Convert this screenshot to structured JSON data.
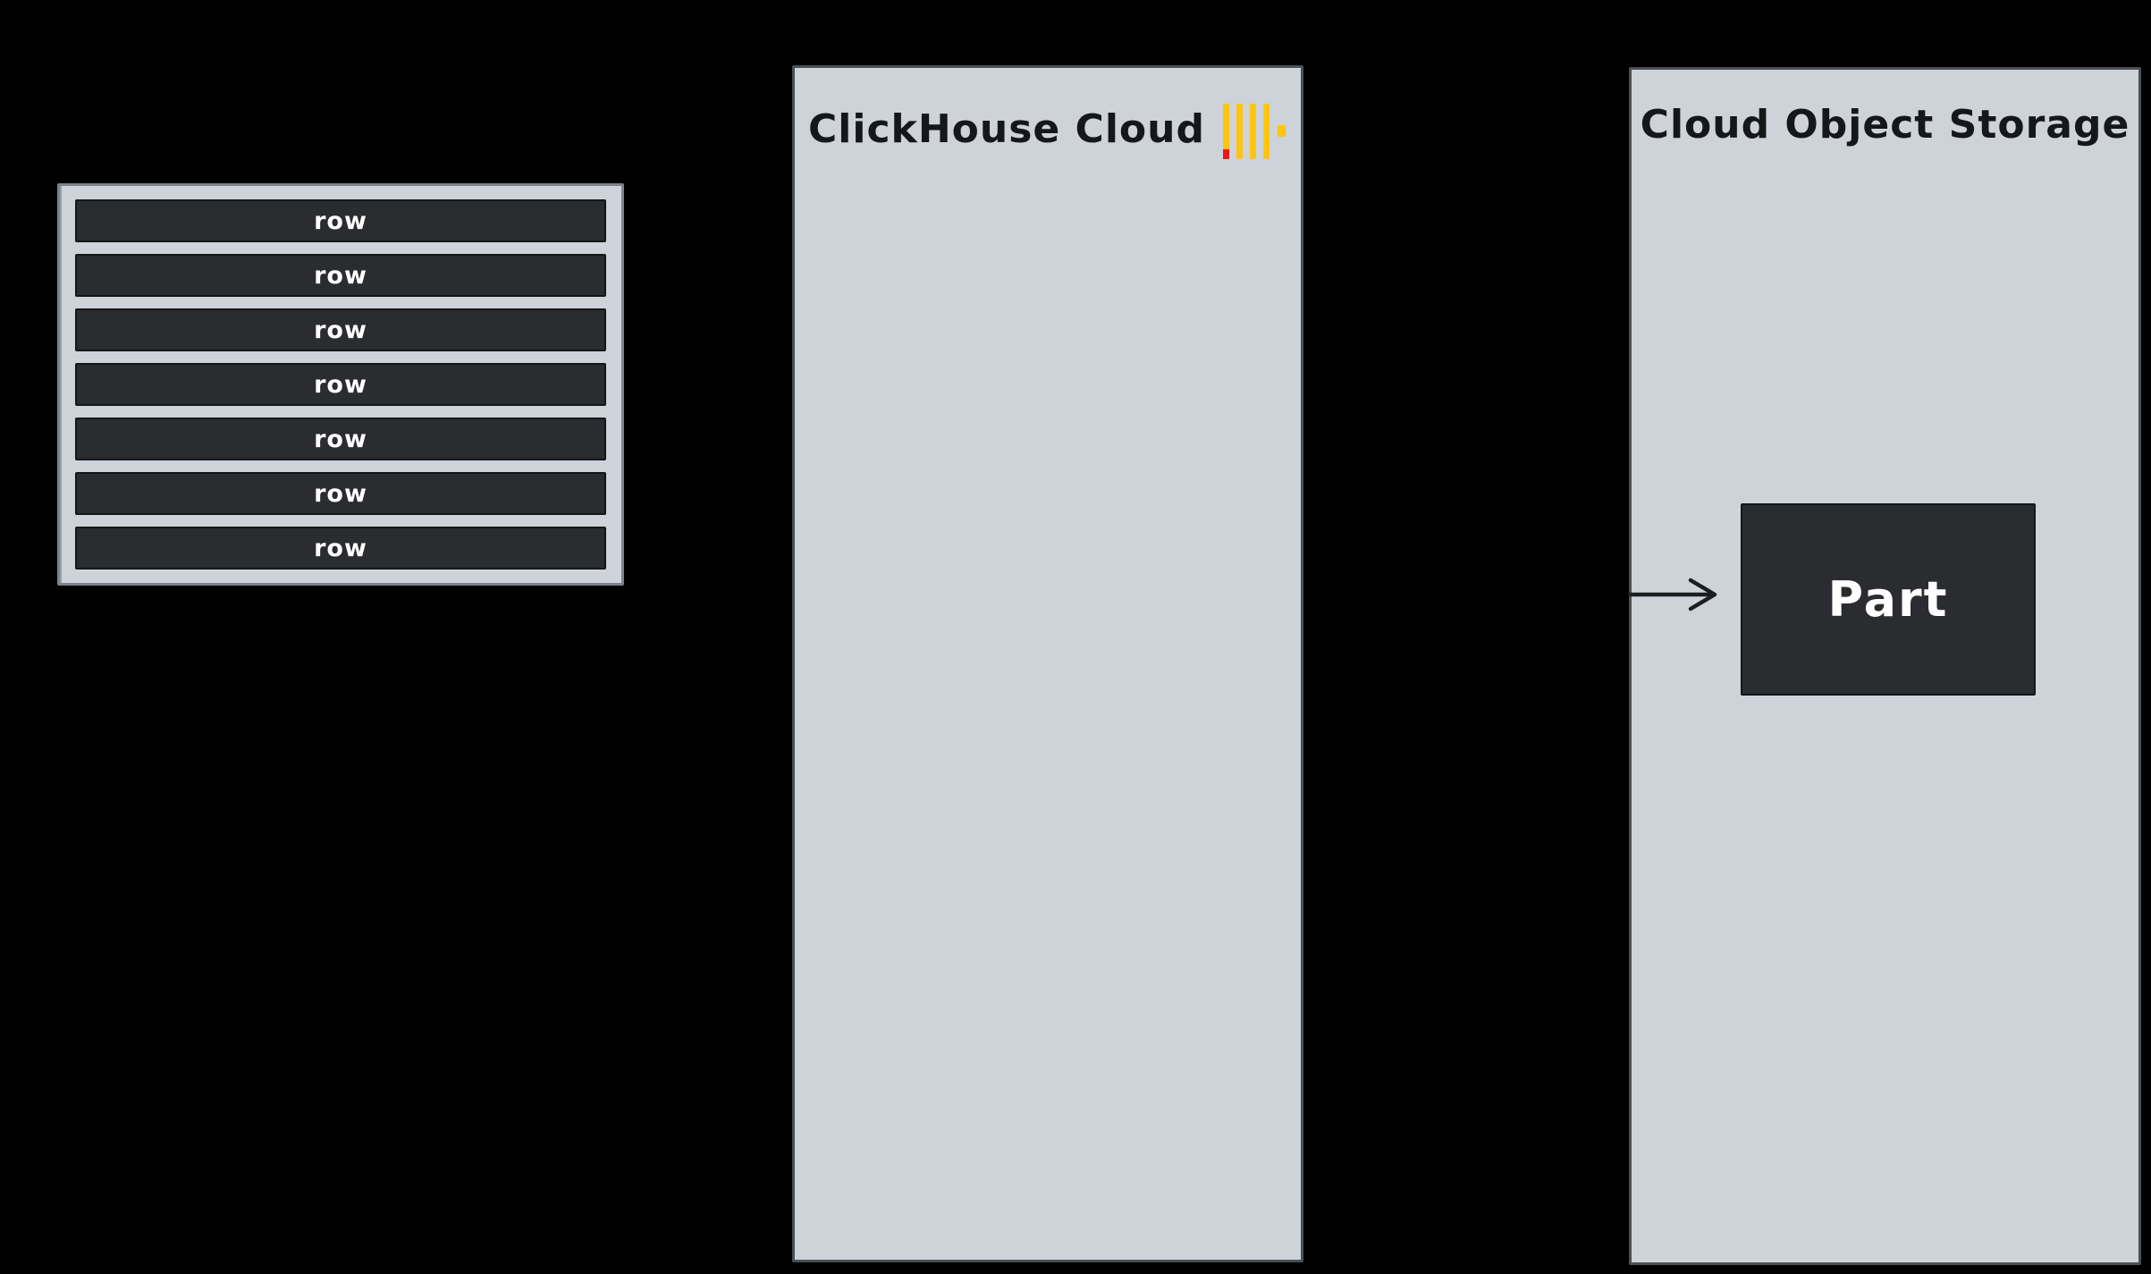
{
  "colors": {
    "background": "#000000",
    "panel_fill": "#cdd3d9",
    "panel_border": "#495056",
    "table_border": "#7b838a",
    "box_fill": "#2a2c2f",
    "box_border": "#141618",
    "title_text": "#15171a",
    "light_text": "#ffffff",
    "logo_yellow": "#fdc50f",
    "logo_red": "#f01616",
    "arrow_color": "#1c1e20"
  },
  "rows_table": {
    "rows": [
      "row",
      "row",
      "row",
      "row",
      "row",
      "row",
      "row"
    ]
  },
  "clickhouse_panel": {
    "title": "ClickHouse Cloud"
  },
  "storage_panel": {
    "title": "Cloud Object Storage",
    "part_label": "Part"
  }
}
